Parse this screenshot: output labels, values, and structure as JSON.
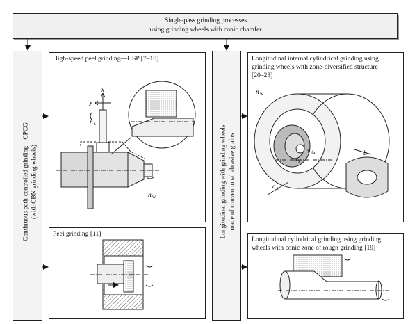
{
  "header": {
    "line1": "Single-pass grinding processes",
    "line2": "using grinding wheels with conic chamfer"
  },
  "left_column": {
    "line1": "Continuous path-controlled grinding—CPCG",
    "line2": "(with CBN grinding wheels)"
  },
  "middle_column": {
    "line1": "Longitudinal grinding with grinding wheels",
    "line2": "made of conventional abrasive grains"
  },
  "panels": {
    "hsp": {
      "title": "High-speed peel grinding—HSP [7–10]",
      "x_label": "x",
      "y_label": "y",
      "ns_label": "n",
      "ns_sub": "s",
      "nw_label": "n",
      "nw_sub": "w"
    },
    "peel": {
      "title": "Peel grinding [11]"
    },
    "internal": {
      "title_line1": "Longitudinal internal cylindrical grinding using",
      "title_line2": "grinding wheels with zone-diversified structure",
      "title_line3": "[20–23]",
      "nw_label": "n",
      "nw_sub": "w",
      "ns_label": "n",
      "ns_sub": "s",
      "vfa_label": "v",
      "vfa_sub": "fa",
      "ae_label": "a",
      "ae_sub": "e",
      "b_label": "b"
    },
    "rough": {
      "title_line1": "Longitudinal cylindrical grinding using grinding",
      "title_line2": "wheels with conic zone of rough grinding [19]"
    }
  }
}
